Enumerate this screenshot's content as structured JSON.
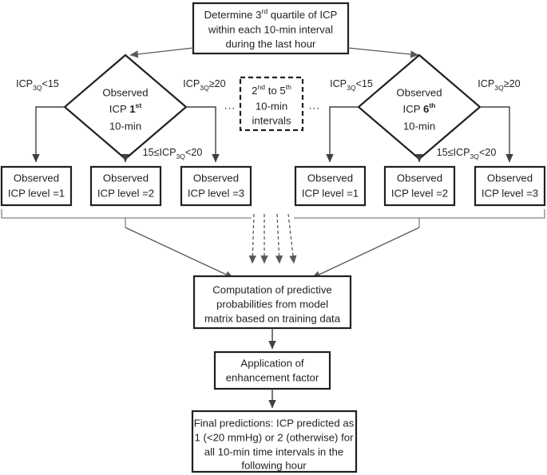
{
  "diagram": {
    "title_node": {
      "id": "determine-quartile",
      "lines": [
        "Determine 3rd quartile of ICP",
        "within each 10-min interval",
        "during the last hour"
      ],
      "line1_pre": "Determine 3",
      "line1_sup": "rd",
      "line1_post": " quartile of ICP",
      "line2": "within each 10-min interval",
      "line3": "during the last hour"
    },
    "decision_left": {
      "id": "observed-icp-first-10min",
      "line1": "Observed",
      "line2_pre": "ICP ",
      "line2_bold": "1",
      "line2_sup": "st",
      "line3": "10-min"
    },
    "decision_right": {
      "id": "observed-icp-sixth-10min",
      "line1": "Observed",
      "line2_pre": "ICP ",
      "line2_bold": "6",
      "line2_sup": "th",
      "line3": "10-min"
    },
    "dashed_node": {
      "id": "intervals-2-to-5",
      "line1_pre": "2",
      "line1_sup1": "nd",
      "line1_mid": " to 5",
      "line1_sup2": "th",
      "line2": "10-min",
      "line3": "intervals"
    },
    "ellipsis_left": "...",
    "ellipsis_right": "...",
    "edge_labels": {
      "lt15_pre": "ICP",
      "lt15_sub": "3Q",
      "lt15_post": "<15",
      "ge20_pre": "ICP",
      "ge20_sub": "3Q",
      "ge20_post": "≥20",
      "mid_pre": "15≤ICP",
      "mid_sub": "3Q",
      "mid_post": "<20"
    },
    "level_boxes": [
      {
        "id": "observed-icp-level-1-left",
        "line1": "Observed",
        "line2": "ICP level =1"
      },
      {
        "id": "observed-icp-level-2-left",
        "line1": "Observed",
        "line2": "ICP level =2"
      },
      {
        "id": "observed-icp-level-3-left",
        "line1": "Observed",
        "line2": "ICP level =3"
      },
      {
        "id": "observed-icp-level-1-right",
        "line1": "Observed",
        "line2": "ICP level =1"
      },
      {
        "id": "observed-icp-level-2-right",
        "line1": "Observed",
        "line2": "ICP level =2"
      },
      {
        "id": "observed-icp-level-3-right",
        "line1": "Observed",
        "line2": "ICP level =3"
      }
    ],
    "computation_node": {
      "id": "computation-predictive-probabilities",
      "line1": "Computation of predictive",
      "line2": "probabilities from model",
      "line3": "matrix based on training data"
    },
    "enhancement_node": {
      "id": "application-enhancement-factor",
      "line1": "Application of",
      "line2": "enhancement factor"
    },
    "final_node": {
      "id": "final-predictions",
      "line1": "Final predictions: ICP predicted as",
      "line2": "1 (<20 mmHg) or 2 (otherwise) for",
      "line3": "all 10-min time intervals in the",
      "line4": "following hour"
    }
  },
  "colors": {
    "stroke_dark": "#231f20",
    "stroke_mid": "#58595b",
    "stroke_light": "#808285",
    "background": "#ffffff"
  }
}
